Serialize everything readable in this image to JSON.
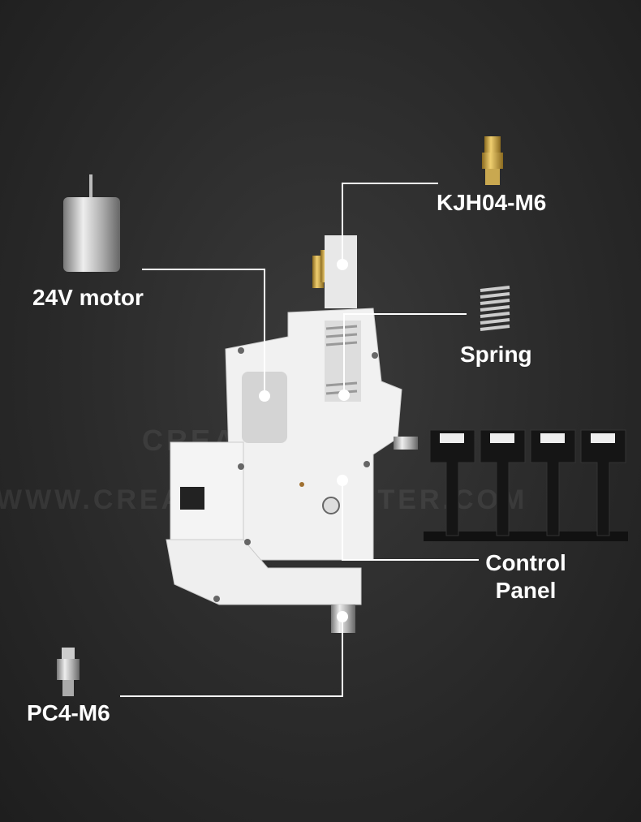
{
  "labels": {
    "motor": "24V motor",
    "kjh": "KJH04-M6",
    "spring": "Spring",
    "control_panel_line1": "Control",
    "control_panel_line2": "Panel",
    "pc4": "PC4-M6"
  },
  "watermark": {
    "brand": "CREALITY",
    "url": "WWW.CREALITY3DPRINTER.COM"
  }
}
